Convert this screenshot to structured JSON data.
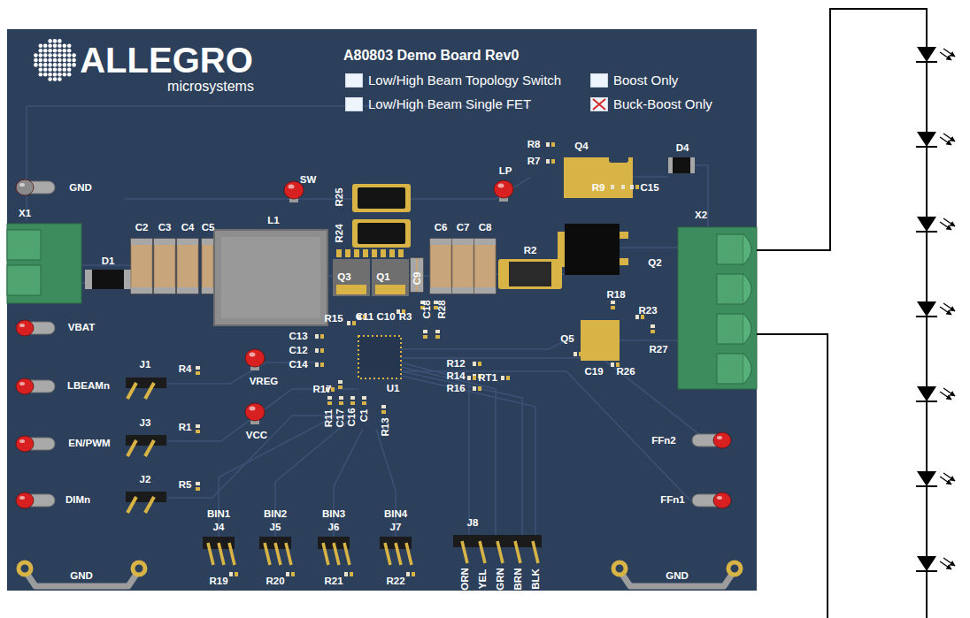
{
  "diagram": {
    "title": "A80803 Demo Board Rev0",
    "labels": [
      "ALLEGRO",
      "microsystems",
      "GND",
      "X1",
      "C2",
      "C3",
      "C4",
      "C5",
      "D1",
      "VBAT",
      "LBEAMn",
      "J1",
      "R4",
      "EN/PWM",
      "J3",
      "R1",
      "DIMn",
      "J2",
      "R5",
      "SW",
      "L1",
      "R25",
      "R24",
      "Q3",
      "Q1",
      "C9",
      "R15",
      "C11",
      "C10",
      "R3",
      "C18",
      "R28",
      "C13",
      "C12",
      "C14",
      "VREG",
      "VCC",
      "R17",
      "U1",
      "R11",
      "C17",
      "C16",
      "C1",
      "R13",
      "R12",
      "R14",
      "R16",
      "RT1",
      "C6",
      "C7",
      "C8",
      "R2",
      "LP",
      "R8",
      "R7",
      "Q4",
      "D4",
      "R9",
      "C15",
      "Q2",
      "X2",
      "R18",
      "R23",
      "Q5",
      "R27",
      "C19",
      "R26",
      "FFn2",
      "FFn1",
      "BIN1",
      "BIN2",
      "BIN3",
      "BIN4",
      "J4",
      "J5",
      "J6",
      "J7",
      "R19",
      "R20",
      "R21",
      "R22",
      "J8",
      "ORN",
      "YEL",
      "GRN",
      "BRN",
      "BLK",
      "GND",
      "GND"
    ],
    "legend": [
      {
        "text": "Low/High Beam Topology Switch"
      },
      {
        "text": "Boost Only"
      },
      {
        "text": "Low/High Beam Single FET"
      },
      {
        "text": "Buck-Boost Only"
      }
    ]
  }
}
